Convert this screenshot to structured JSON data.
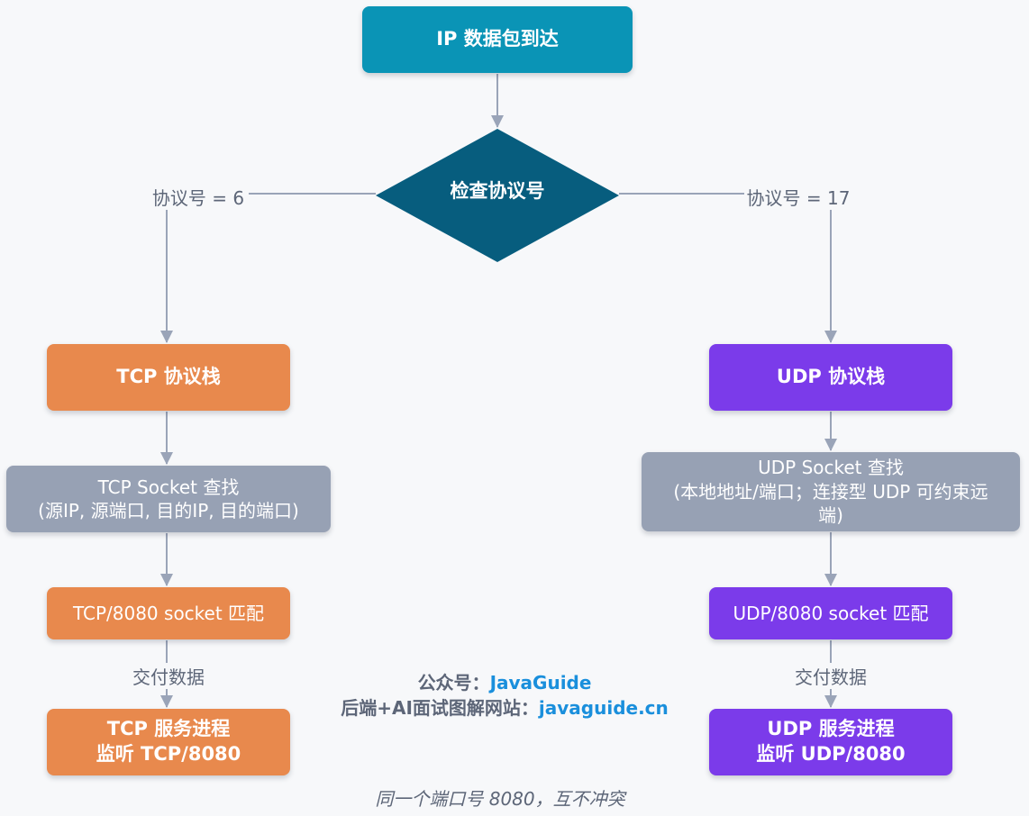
{
  "nodes": {
    "ip_arrival": "IP 数据包到达",
    "check_protocol": "检查协议号",
    "tcp_stack": "TCP 协议栈",
    "udp_stack": "UDP 协议栈",
    "tcp_lookup": [
      "TCP Socket 查找",
      "(源IP, 源端口, 目的IP, 目的端口)"
    ],
    "udp_lookup": [
      "UDP Socket 查找",
      "(本地地址/端口；连接型 UDP 可约束远",
      "端)"
    ],
    "tcp_match": "TCP/8080 socket 匹配",
    "udp_match": "UDP/8080 socket 匹配",
    "tcp_service": [
      "TCP 服务进程",
      "监听 TCP/8080"
    ],
    "udp_service": [
      "UDP 服务进程",
      "监听 UDP/8080"
    ]
  },
  "edge_labels": {
    "left": "协议号 = 6",
    "right": "协议号 = 17",
    "tcp_deliver": "交付数据",
    "udp_deliver": "交付数据"
  },
  "watermark": {
    "line1_label": "公众号：",
    "line1_value": "JavaGuide",
    "line2_label": "后端+AI面试图解网站：",
    "line2_value": "javaguide.cn"
  },
  "caption": "同一个端口号 8080，互不冲突",
  "colors": {
    "ip_node": "#0a94b6",
    "diamond": "#075d7e",
    "tcp": "#e8894d",
    "udp": "#7b3bea",
    "lookup": "#97a1b4",
    "arrow": "#9aa4b8",
    "link": "#1a8fdc"
  }
}
